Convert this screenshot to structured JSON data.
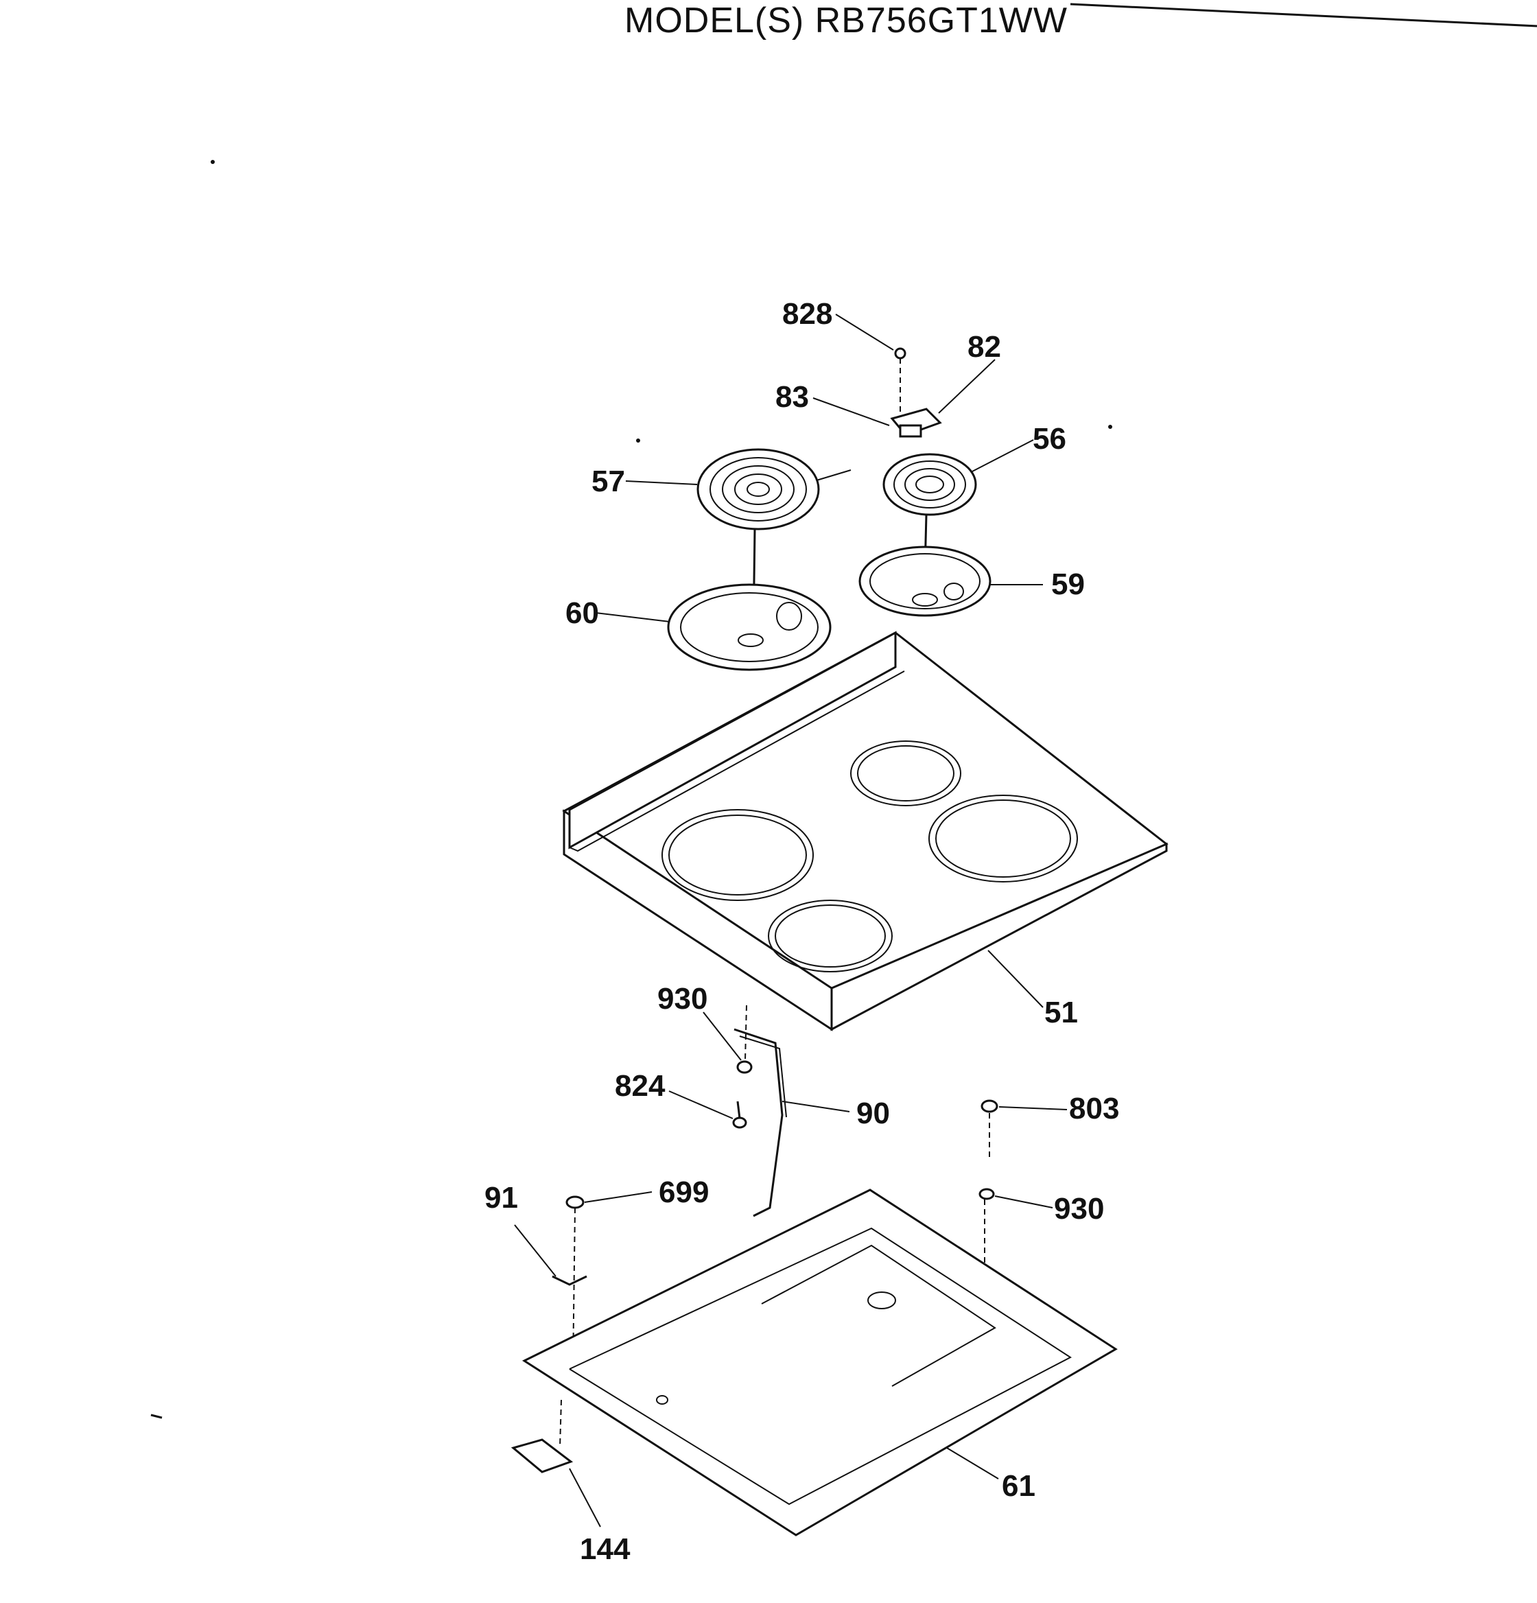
{
  "header": {
    "title": "MODEL(S) RB756GT1WW"
  },
  "callouts": [
    {
      "id": "828",
      "label": "828"
    },
    {
      "id": "82",
      "label": "82"
    },
    {
      "id": "83",
      "label": "83"
    },
    {
      "id": "56",
      "label": "56"
    },
    {
      "id": "57",
      "label": "57"
    },
    {
      "id": "59",
      "label": "59"
    },
    {
      "id": "60",
      "label": "60"
    },
    {
      "id": "51",
      "label": "51"
    },
    {
      "id": "930a",
      "label": "930"
    },
    {
      "id": "824",
      "label": "824"
    },
    {
      "id": "90",
      "label": "90"
    },
    {
      "id": "803",
      "label": "803"
    },
    {
      "id": "91",
      "label": "91"
    },
    {
      "id": "699",
      "label": "699"
    },
    {
      "id": "930b",
      "label": "930"
    },
    {
      "id": "61",
      "label": "61"
    },
    {
      "id": "144",
      "label": "144"
    }
  ]
}
